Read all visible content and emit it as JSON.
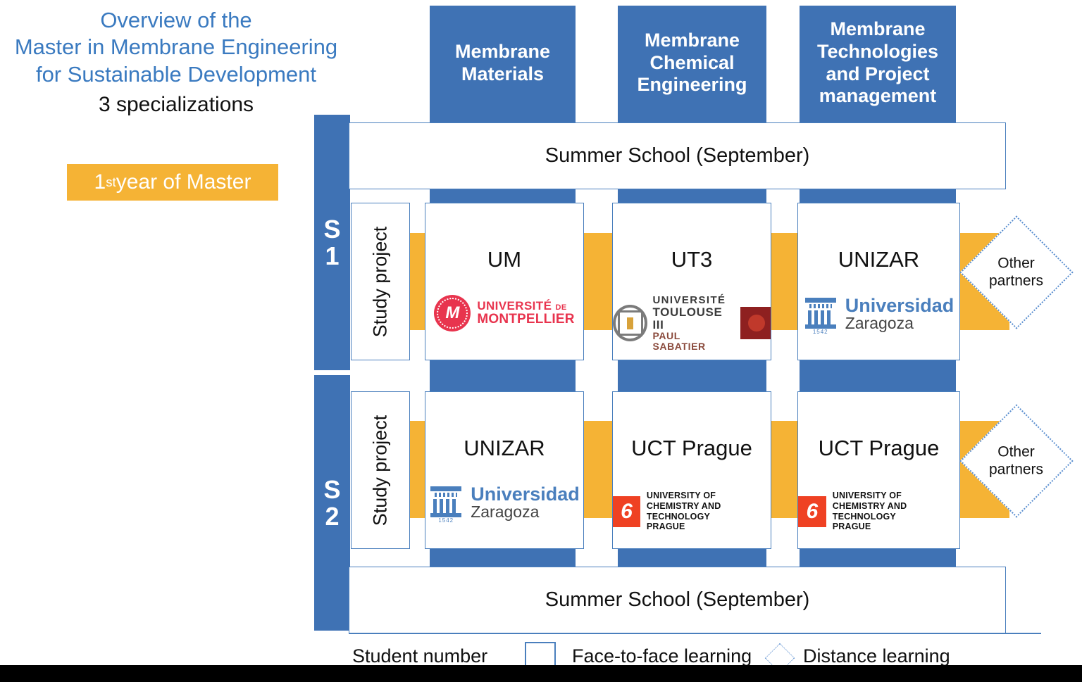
{
  "title": {
    "line1": "Overview of the",
    "line2": "Master in Membrane Engineering",
    "line3": "for Sustainable Development",
    "subtitle": "3 specializations",
    "year_badge_pre": "1",
    "year_badge_sup": "st",
    "year_badge_post": " year of Master"
  },
  "specializations": [
    {
      "label": "Membrane\nMaterials"
    },
    {
      "label": "Membrane\nChemical\nEngineering"
    },
    {
      "label": "Membrane\nTechnologies\nand Project\nmanagement"
    }
  ],
  "semesters": [
    {
      "code_line1": "S",
      "code_line2": "1",
      "study_label": "Study project"
    },
    {
      "code_line1": "S",
      "code_line2": "2",
      "study_label": "Study project"
    }
  ],
  "summer_school_top": "Summer School (September)",
  "summer_school_bottom": "Summer School (September)",
  "cells": {
    "s1": [
      {
        "name": "UM",
        "logo": "universite-de-montpellier-logo"
      },
      {
        "name": "UT3",
        "logo": "universite-toulouse-iii-paul-sabatier-logo"
      },
      {
        "name": "UNIZAR",
        "logo": "universidad-zaragoza-logo"
      }
    ],
    "s2": [
      {
        "name": "UNIZAR",
        "logo": "universidad-zaragoza-logo"
      },
      {
        "name": "UCT Prague",
        "logo": "uct-prague-logo"
      },
      {
        "name": "UCT Prague",
        "logo": "uct-prague-logo"
      }
    ]
  },
  "logos": {
    "montpellier": {
      "mark": "M",
      "line1": "UNIVERSITÉ",
      "line1_small": "DE",
      "line2": "MONTPELLIER"
    },
    "toulouse": {
      "line1": "UNIVERSITÉ",
      "line2": "TOULOUSE III",
      "line3": "PAUL SABATIER"
    },
    "zaragoza": {
      "year": "1542",
      "line1": "Universidad",
      "line2": "Zaragoza"
    },
    "uct": {
      "mark": "6",
      "line1": "UNIVERSITY OF",
      "line2": "CHEMISTRY AND TECHNOLOGY",
      "line3": "PRAGUE"
    }
  },
  "other_partners": {
    "line1": "Other",
    "line2": "partners"
  },
  "legend": {
    "student_number": "Student number",
    "face_to_face": "Face-to-face learning",
    "distance": "Distance learning"
  },
  "colors": {
    "blue": "#3f72b4",
    "blue_border": "#4a7fbd",
    "orange": "#f5b335",
    "title_blue": "#3a7ac0"
  }
}
